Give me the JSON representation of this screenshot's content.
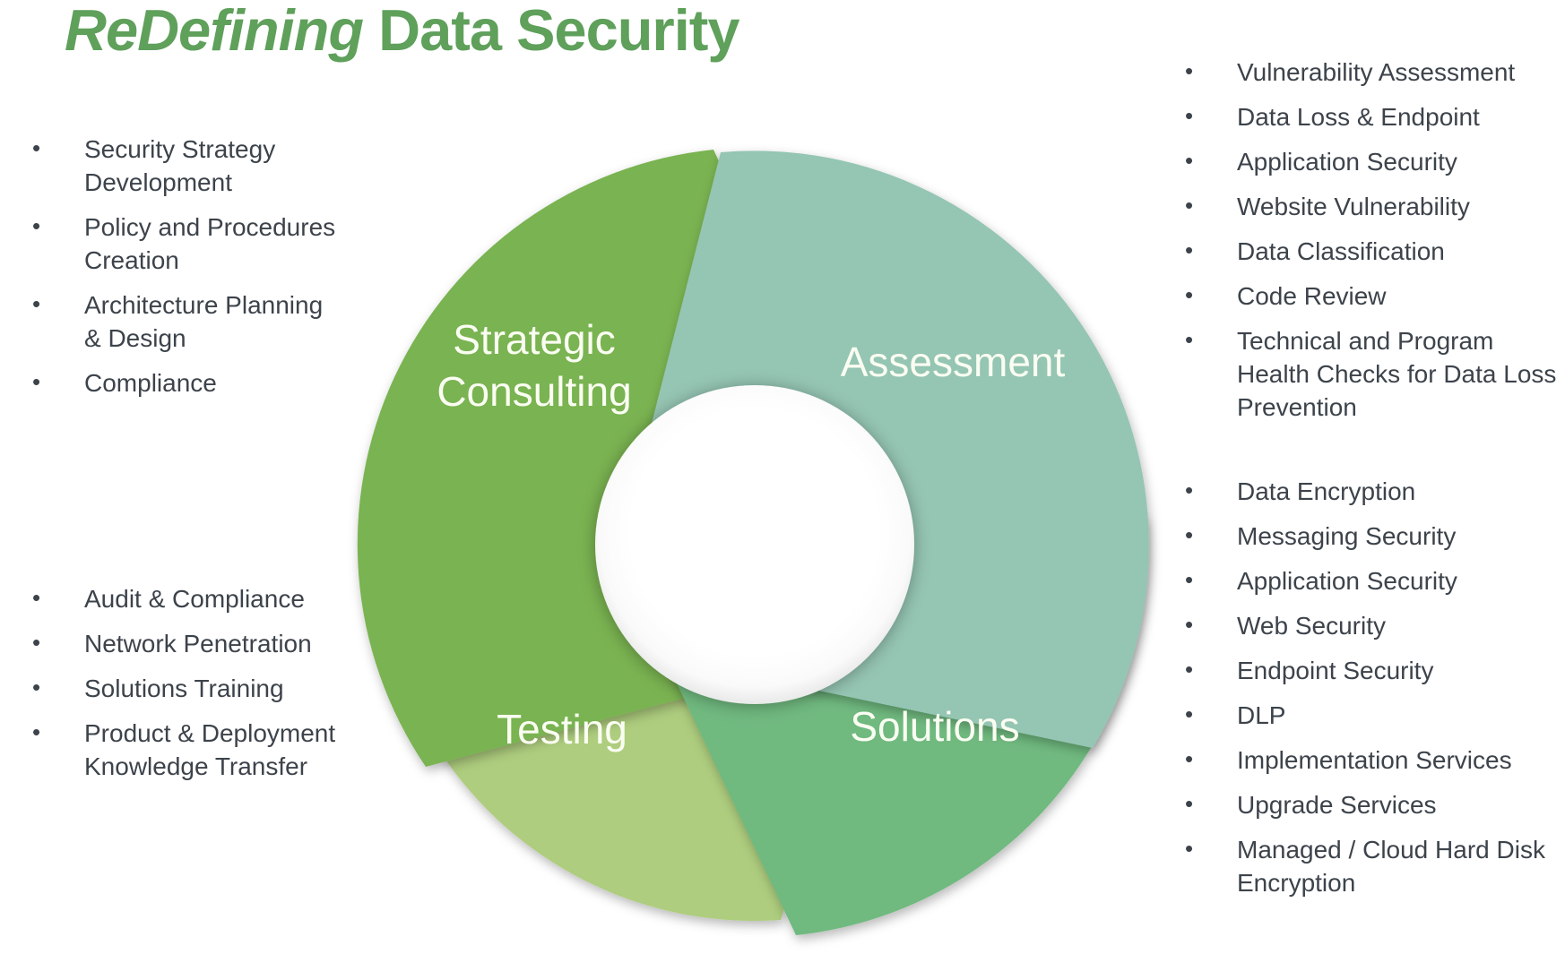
{
  "title": {
    "emphasis": "ReDefining",
    "rest": " Data Security"
  },
  "colors": {
    "title_green": "#5FA05B",
    "body_text": "#3D434B",
    "strategic_consulting": "#7AB351",
    "assessment": "#95C5B3",
    "testing": "#AECD7E",
    "solutions": "#6FB97F",
    "wheel_label": "#FAFDF2"
  },
  "left_lists": {
    "strategic_consulting_items": [
      "Security Strategy Development",
      "Policy and Procedures Creation",
      "Architecture Planning & Design",
      "Compliance"
    ],
    "testing_items": [
      "Audit & Compliance",
      "Network Penetration",
      "Solutions Training",
      "Product & Deployment Knowledge Transfer"
    ]
  },
  "right_lists": {
    "assessment_items": [
      "Vulnerability Assessment",
      "Data Loss & Endpoint",
      "Application Security",
      "Website Vulnerability",
      "Data Classification",
      "Code Review",
      "Technical and Program Health Checks for Data Loss Prevention"
    ],
    "solutions_items": [
      "Data Encryption",
      "Messaging Security",
      "Application Security",
      "Web Security",
      "Endpoint Security",
      "DLP",
      "Implementation Services",
      "Upgrade Services",
      "Managed / Cloud Hard Disk Encryption"
    ]
  },
  "wheel": {
    "segments": [
      {
        "id": "strategic-consulting",
        "label": "Strategic Consulting",
        "line1": "Strategic",
        "line2": "Consulting",
        "color": "#7AB351"
      },
      {
        "id": "assessment",
        "label": "Assessment",
        "color": "#95C5B3"
      },
      {
        "id": "testing",
        "label": "Testing",
        "color": "#AECD7E"
      },
      {
        "id": "solutions",
        "label": "Solutions",
        "color": "#6FB97F"
      }
    ]
  }
}
